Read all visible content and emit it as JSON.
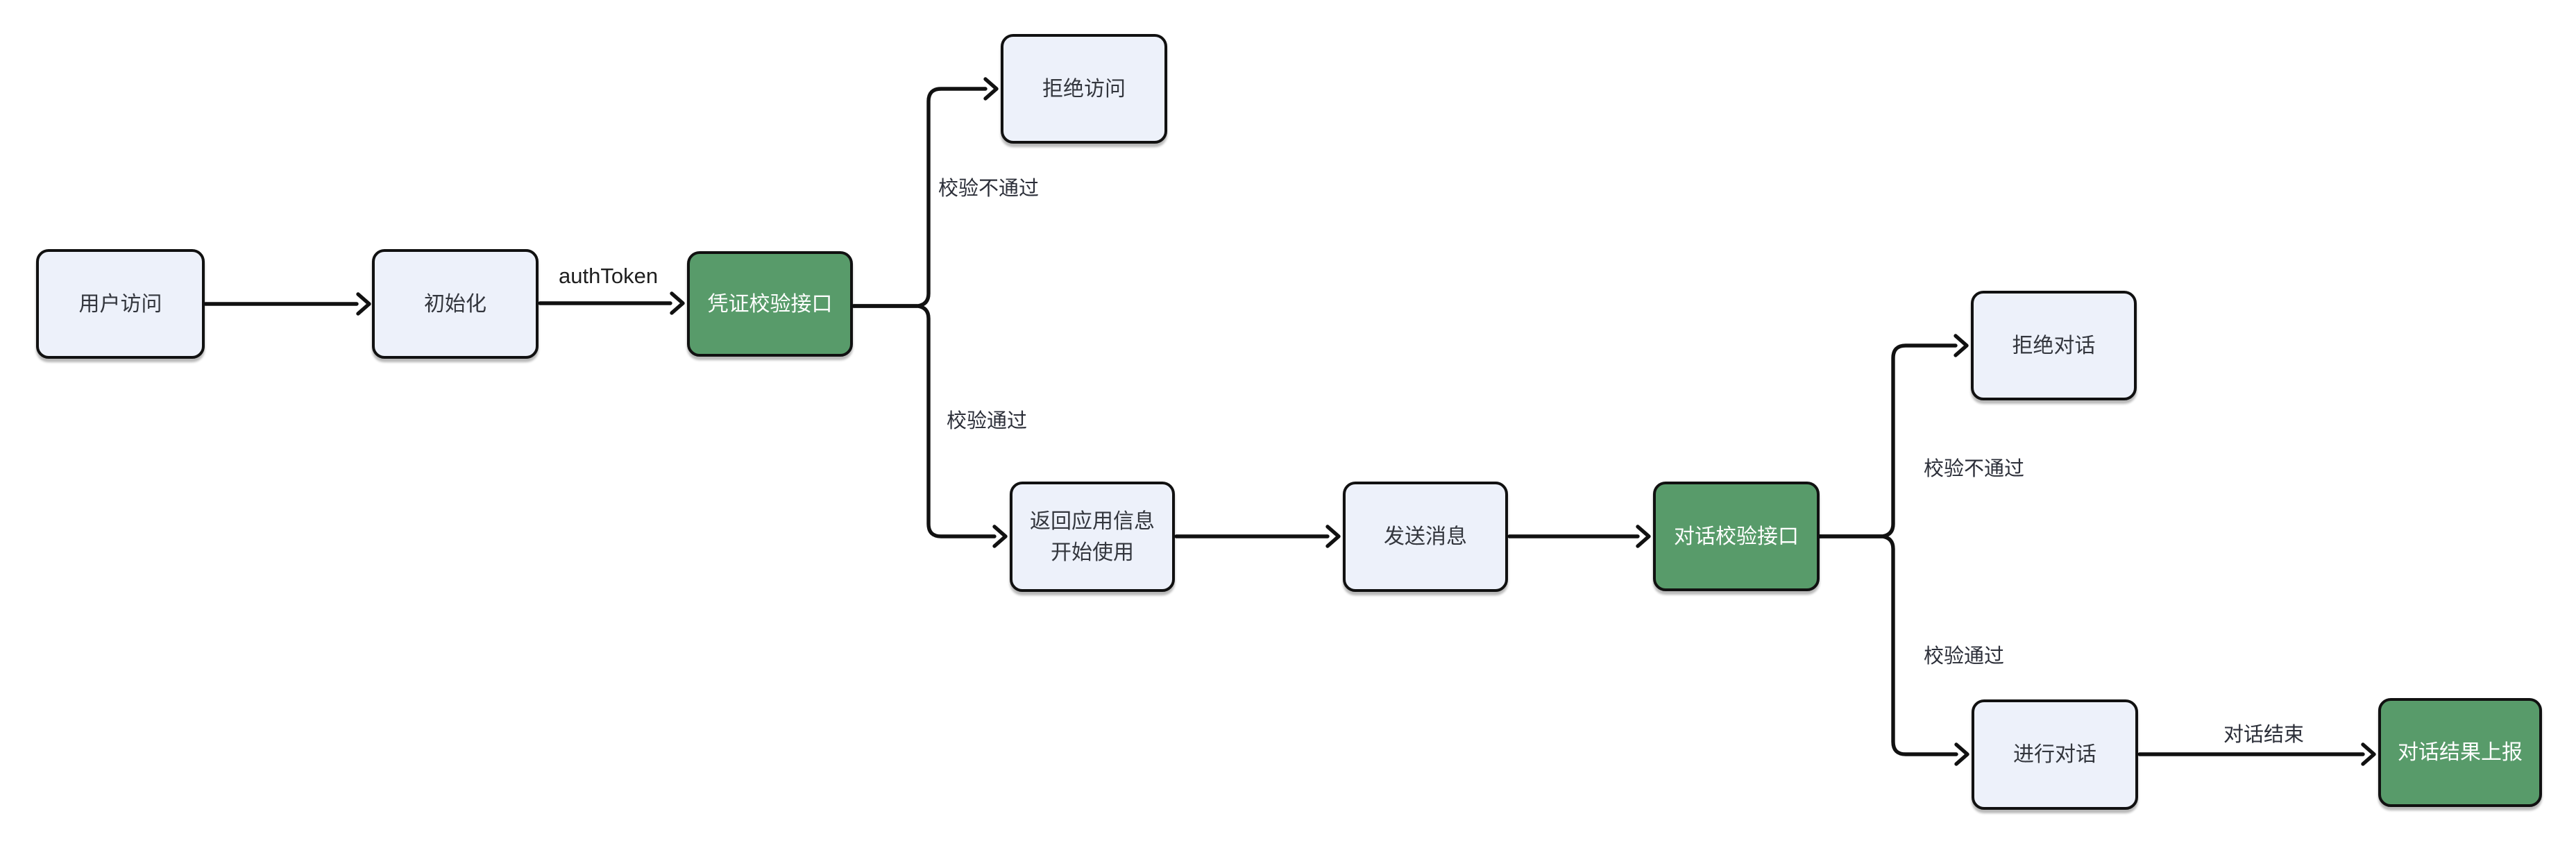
{
  "diagram": {
    "colors": {
      "canvas_bg": "#ffffff",
      "node_fill": "#edf1fa",
      "node_border": "#111111",
      "node_text": "#33363d",
      "highlight_fill": "#589b6a",
      "highlight_text": "#ffffff",
      "edge_stroke": "#111111",
      "edge_label_text": "#2b2e38"
    },
    "nodes": [
      {
        "id": "user-visit",
        "label": "用户访问",
        "type": "default"
      },
      {
        "id": "init",
        "label": "初始化",
        "type": "default"
      },
      {
        "id": "credential-check-api",
        "label": "凭证校验接口",
        "type": "highlight"
      },
      {
        "id": "deny-access",
        "label": "拒绝访问",
        "type": "default"
      },
      {
        "id": "return-app-info",
        "label": "返回应用信息",
        "label_line2": "开始使用",
        "type": "default"
      },
      {
        "id": "send-message",
        "label": "发送消息",
        "type": "default"
      },
      {
        "id": "dialog-check-api",
        "label": "对话校验接口",
        "type": "highlight"
      },
      {
        "id": "deny-dialog",
        "label": "拒绝对话",
        "type": "default"
      },
      {
        "id": "do-dialog",
        "label": "进行对话",
        "type": "default"
      },
      {
        "id": "dialog-result-report",
        "label": "对话结果上报",
        "type": "highlight"
      }
    ],
    "edge_labels": [
      {
        "id": "auth-token",
        "text": "authToken"
      },
      {
        "id": "check-fail-1",
        "text": "校验不通过"
      },
      {
        "id": "check-pass-1",
        "text": "校验通过"
      },
      {
        "id": "check-fail-2",
        "text": "校验不通过"
      },
      {
        "id": "check-pass-2",
        "text": "校验通过"
      },
      {
        "id": "dialog-end",
        "text": "对话结束"
      }
    ],
    "edges": [
      {
        "from": "user-visit",
        "to": "init",
        "label": ""
      },
      {
        "from": "init",
        "to": "credential-check-api",
        "label": "authToken"
      },
      {
        "from": "credential-check-api",
        "to": "deny-access",
        "label": "校验不通过"
      },
      {
        "from": "credential-check-api",
        "to": "return-app-info",
        "label": "校验通过"
      },
      {
        "from": "return-app-info",
        "to": "send-message",
        "label": ""
      },
      {
        "from": "send-message",
        "to": "dialog-check-api",
        "label": ""
      },
      {
        "from": "dialog-check-api",
        "to": "deny-dialog",
        "label": "校验不通过"
      },
      {
        "from": "dialog-check-api",
        "to": "do-dialog",
        "label": "校验通过"
      },
      {
        "from": "do-dialog",
        "to": "dialog-result-report",
        "label": "对话结束"
      }
    ]
  }
}
